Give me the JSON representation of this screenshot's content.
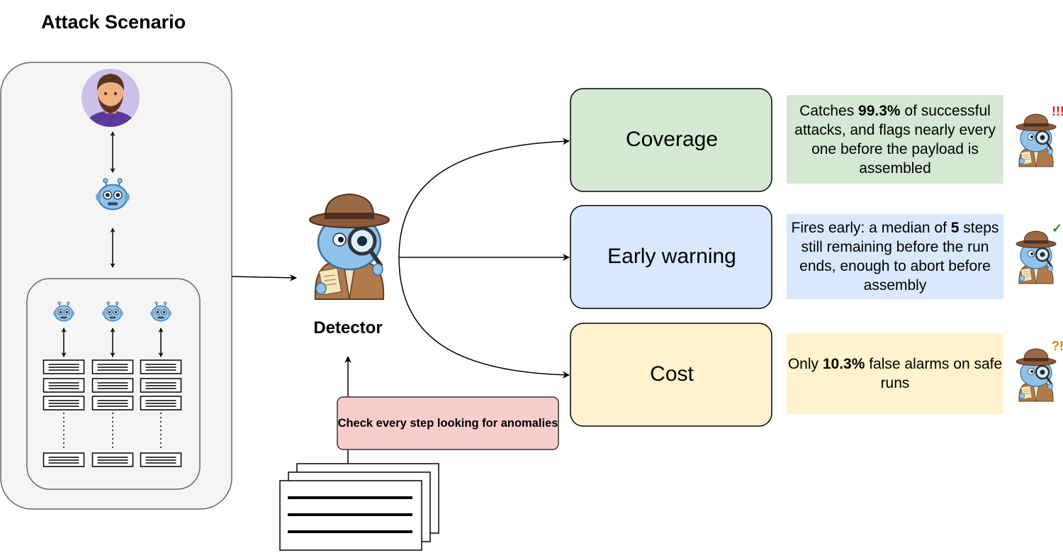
{
  "title": "Attack Scenario",
  "detector": {
    "label": "Detector"
  },
  "check_box": {
    "text": "Check every step looking for anomalies"
  },
  "metrics": [
    {
      "label": "Coverage",
      "fill": "#d5e8d4",
      "desc_fill": "#d5e8d4",
      "desc_pre": "Catches ",
      "desc_bold": "99.3%",
      "desc_post": " of successful attacks, and flags nearly every one before the payload is assembled",
      "badge": "!!!"
    },
    {
      "label": "Early warning",
      "fill": "#dae8fc",
      "desc_fill": "#dae8fc",
      "desc_pre": "Fires early: a median of ",
      "desc_bold": "5",
      "desc_post": " steps still remaining before the run ends, enough to abort before assembly",
      "badge": "✓"
    },
    {
      "label": "Cost",
      "fill": "#fff2cc",
      "desc_fill": "#fff2cc",
      "desc_pre": "Only ",
      "desc_bold": "10.3%",
      "desc_post": " false alarms on safe runs",
      "badge": "?!"
    }
  ],
  "colors": {
    "scenario_fill": "#f5f5f5",
    "check_fill": "#f8cecc",
    "robot_blue": "#8ec3ec",
    "coat_brown": "#b07a4a",
    "hat_brown": "#8a5a3a"
  },
  "icons": [
    "user-avatar-icon",
    "robot-agent-icon",
    "detective-robot-icon",
    "document-stack-icon"
  ]
}
